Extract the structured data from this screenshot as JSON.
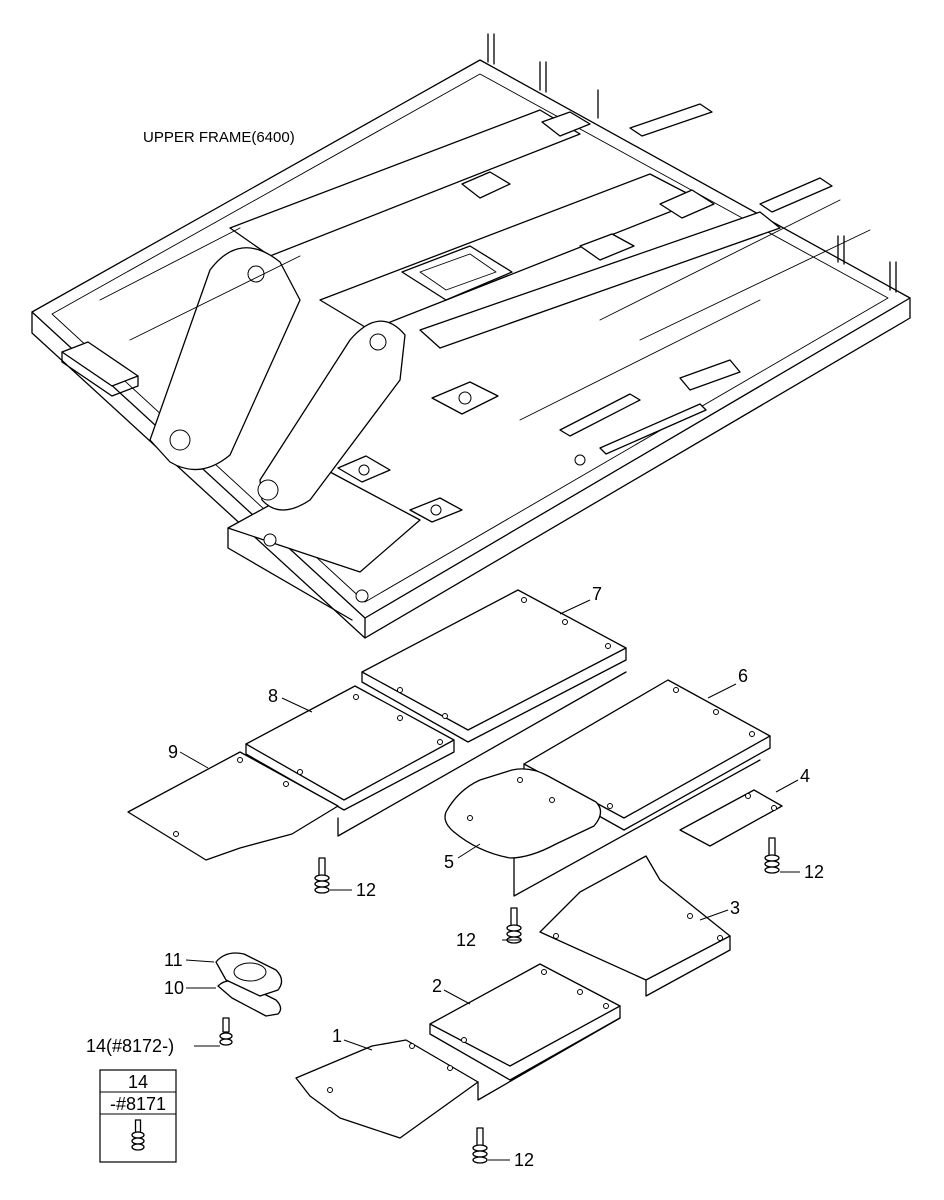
{
  "diagram": {
    "title": "UPPER FRAME(6400)",
    "parts": [
      {
        "id": "p1",
        "label": "1"
      },
      {
        "id": "p2",
        "label": "2"
      },
      {
        "id": "p3",
        "label": "3"
      },
      {
        "id": "p4",
        "label": "4"
      },
      {
        "id": "p5",
        "label": "5"
      },
      {
        "id": "p6",
        "label": "6"
      },
      {
        "id": "p7",
        "label": "7"
      },
      {
        "id": "p8",
        "label": "8"
      },
      {
        "id": "p9",
        "label": "9"
      },
      {
        "id": "p10",
        "label": "10"
      },
      {
        "id": "p11",
        "label": "11"
      },
      {
        "id": "p12a",
        "label": "12"
      },
      {
        "id": "p12b",
        "label": "12"
      },
      {
        "id": "p12c",
        "label": "12"
      },
      {
        "id": "p12d",
        "label": "12"
      },
      {
        "id": "p14",
        "label": "14(#8172-)"
      }
    ],
    "legend_box": {
      "part_number": "14",
      "serial_range": "-#8171",
      "icon": "bolt-icon"
    }
  }
}
